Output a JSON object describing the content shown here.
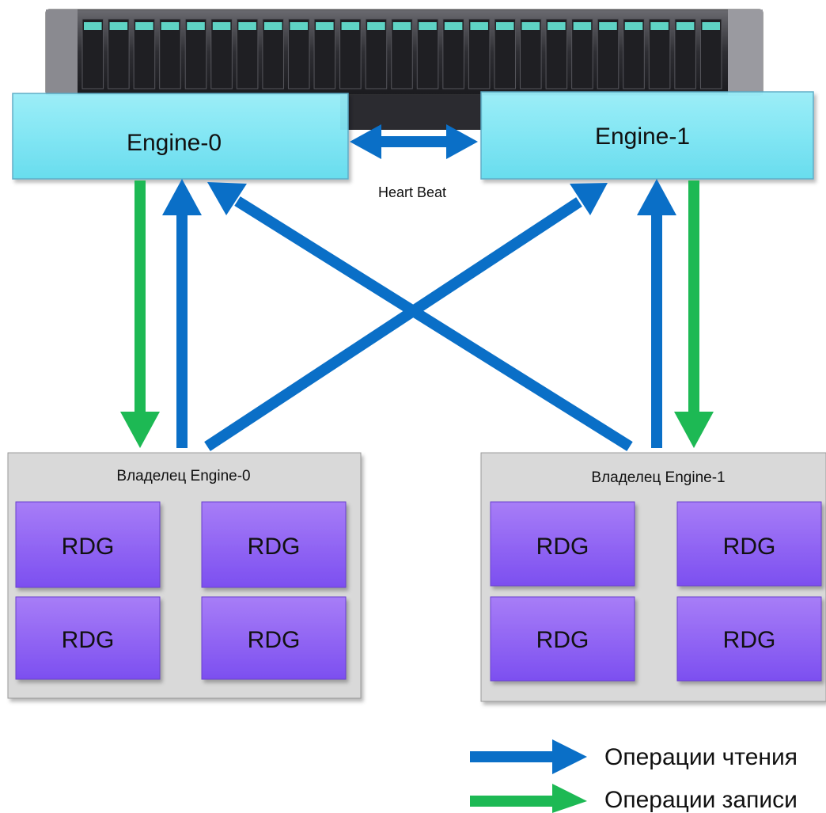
{
  "engines": [
    {
      "id": "engine-0",
      "label": "Engine-0"
    },
    {
      "id": "engine-1",
      "label": "Engine-1"
    }
  ],
  "heartbeat_label": "Heart Beat",
  "owner_groups": [
    {
      "id": "owner-0",
      "label": "Владелец Engine-0",
      "rdg": [
        "RDG",
        "RDG",
        "RDG",
        "RDG"
      ]
    },
    {
      "id": "owner-1",
      "label": "Владелец Engine-1",
      "rdg": [
        "RDG",
        "RDG",
        "RDG",
        "RDG"
      ]
    }
  ],
  "legend": {
    "read_label": "Операции чтения",
    "write_label": "Операции записи"
  },
  "colors": {
    "engine_fill": "#7ee6f5",
    "engine_border": "#5aa9c4",
    "read_arrow": "#0a6fc7",
    "write_arrow": "#1db954",
    "owner_fill": "#d9d9d9",
    "rdg_fill": "#8a5ff5",
    "rdg_border": "#6a3fd0"
  }
}
